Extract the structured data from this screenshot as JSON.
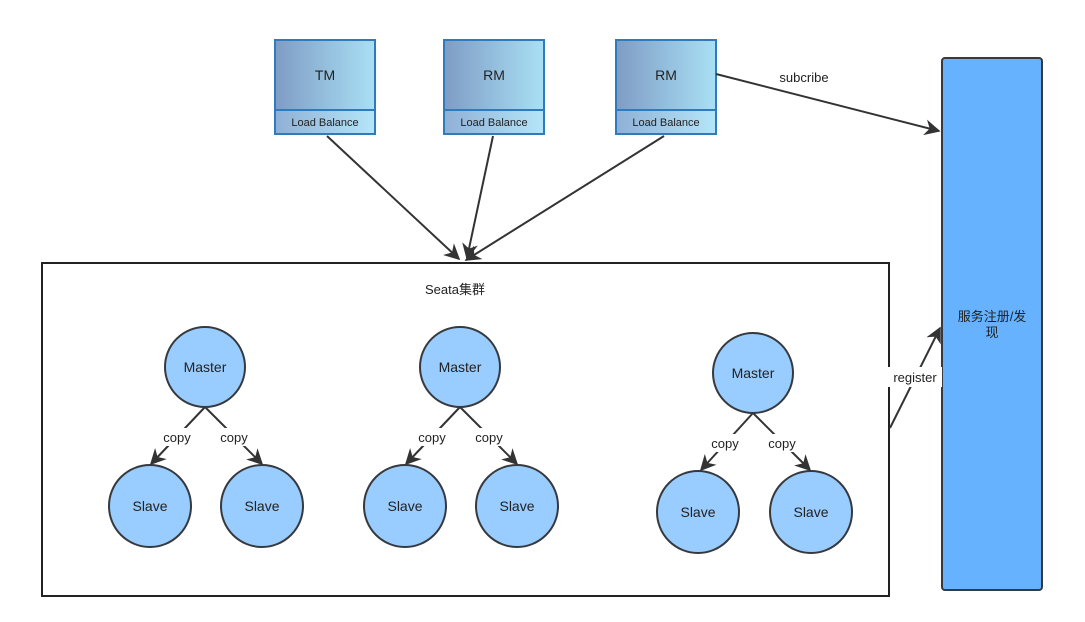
{
  "clients": [
    {
      "name": "TM",
      "sub": "Load Balance"
    },
    {
      "name": "RM",
      "sub": "Load Balance"
    },
    {
      "name": "RM",
      "sub": "Load Balance"
    }
  ],
  "subscribe_label": "subcribe",
  "register_label": "register",
  "registry": {
    "line1": "服务注册/发",
    "line2": "现"
  },
  "cluster": {
    "title": "Seata集群",
    "groups": [
      {
        "master": "Master",
        "copy_left": "copy",
        "copy_right": "copy",
        "slave_left": "Slave",
        "slave_right": "Slave"
      },
      {
        "master": "Master",
        "copy_left": "copy",
        "copy_right": "copy",
        "slave_left": "Slave",
        "slave_right": "Slave"
      },
      {
        "master": "Master",
        "copy_left": "copy",
        "copy_right": "copy",
        "slave_left": "Slave",
        "slave_right": "Slave"
      }
    ]
  },
  "colors": {
    "circle_fill": "#99ccff",
    "circle_stroke": "#36393d",
    "registry_fill": "#66b2ff",
    "client_grad_start": "#7f9cc4",
    "client_grad_end": "#a9e0f5",
    "client_stroke": "#2e7bbd"
  }
}
